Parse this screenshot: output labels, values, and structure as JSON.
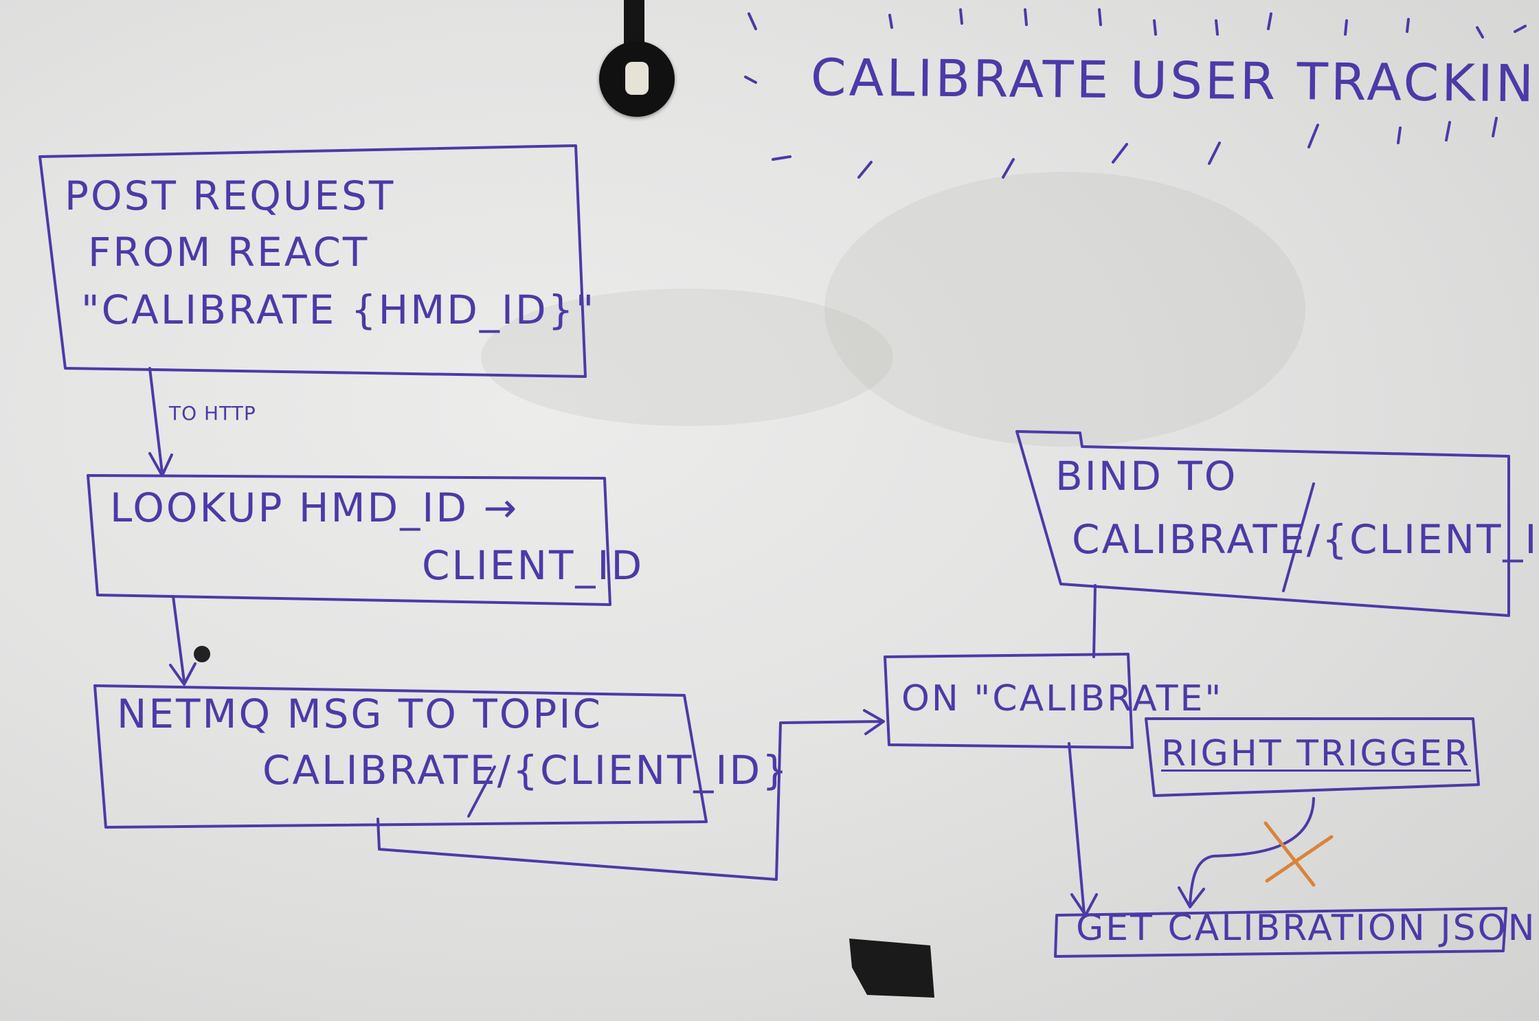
{
  "title": "CALIBRATE USER TRACKING",
  "boxes": {
    "post_request": {
      "line1": "POST REQUEST",
      "line2": "FROM REACT",
      "line3": "\"CALIBRATE {HMD_ID}\""
    },
    "lookup": {
      "line1": "LOOKUP HMD_ID →",
      "line2": "CLIENT_ID"
    },
    "netmq": {
      "line1": "NETMQ MSG TO TOPIC",
      "line2": "CALIBRATE/{CLIENT_ID}"
    },
    "bind": {
      "line1": "BIND TO",
      "line2": "CALIBRATE/{CLIENT_ID}"
    },
    "on_calibrate": {
      "label": "ON \"CALIBRATE\""
    },
    "right_trigger": {
      "label": "RIGHT TRIGGER"
    },
    "get_json": {
      "label": "GET CALIBRATION JSON"
    }
  },
  "edge_labels": {
    "to_http": "TO HTTP"
  },
  "colors": {
    "marker": "#4b3aa8",
    "cross": "#d9843a",
    "board": "#e4e4e3"
  },
  "icons": {
    "clip": "magnet-clip-icon",
    "cross": "cross-mark-icon"
  }
}
